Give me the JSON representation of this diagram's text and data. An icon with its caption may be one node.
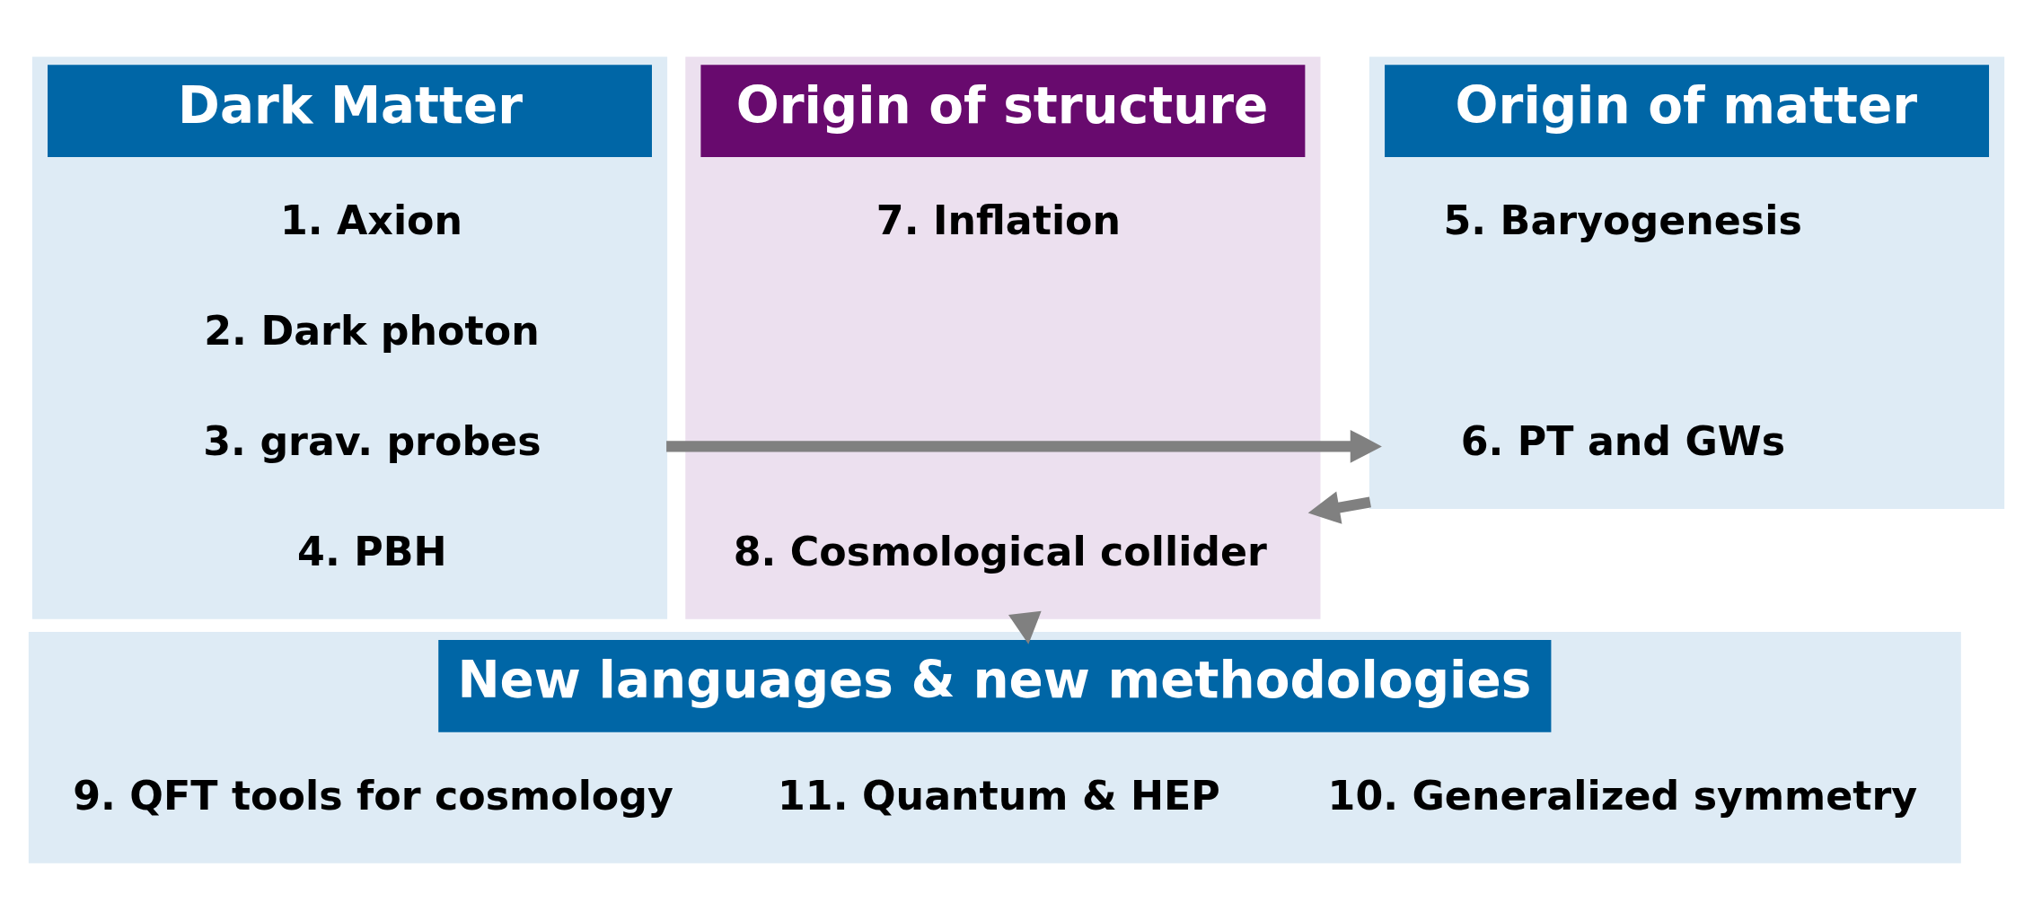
{
  "diagram": {
    "nodes": [
      {
        "text": [
          "Dark Matter"
        ]
      },
      {
        "text": [
          "1. Axion"
        ],
        "in": 0
      },
      {
        "text": [
          "2. Dark photon"
        ],
        "in": 0
      },
      {
        "text": [
          "3. grav. probes"
        ],
        "in": 0
      },
      {
        "text": [
          "4. PBH"
        ],
        "in": 0
      },
      {
        "text": [
          "Origin of matter"
        ]
      },
      {
        "text": [
          "5. Baryogenesis"
        ],
        "in": 5
      },
      {
        "text": [
          "6. PT and GWs"
        ],
        "in": 5
      },
      {
        "text": [
          "Origin of structure"
        ]
      },
      {
        "text": [
          "7. Inflation"
        ],
        "in": 8
      },
      {
        "text": [
          "8. Cosmological collider"
        ],
        "in": 8
      },
      {
        "text": [
          "New languages & new methodologies"
        ]
      },
      {
        "text": [
          "9. QFT tools for cosmology"
        ],
        "in": 11
      },
      {
        "text": [
          "10. Generalized symmetry"
        ],
        "in": 11
      },
      {
        "text": [
          "11. Quantum & HEP"
        ],
        "in": 11
      }
    ],
    "edges": [
      {
        "from": 0,
        "to": 5,
        "arrow": "to"
      },
      {
        "from": 5,
        "to": 8,
        "arrow": "to"
      },
      {
        "from": 8,
        "to": 11,
        "arrow": "to"
      }
    ]
  }
}
